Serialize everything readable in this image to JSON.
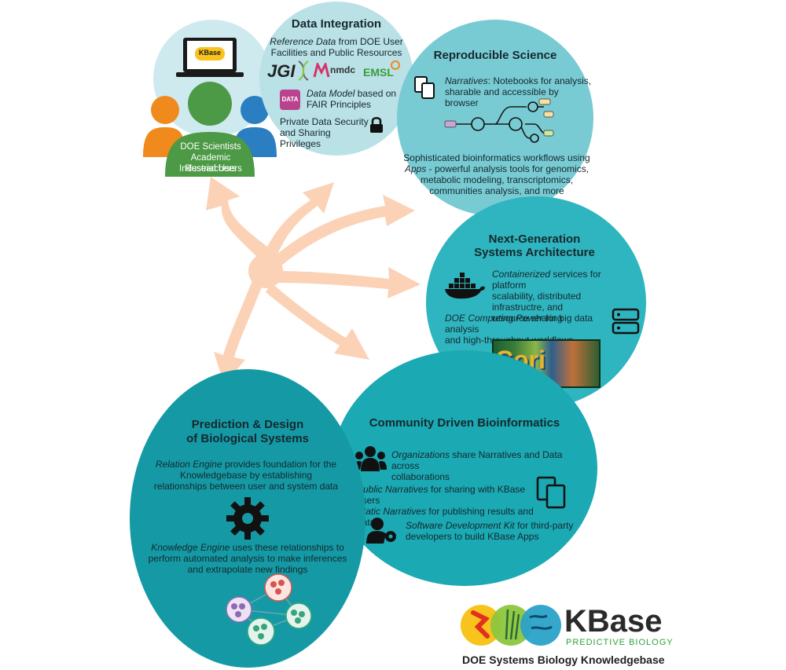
{
  "users": {
    "laptop_logo": "KBase",
    "lines": [
      "DOE Scientists",
      "Academic Researchers",
      "Industrial Users"
    ]
  },
  "data_integration": {
    "title": "Data Integration",
    "ref_em": "Reference Data",
    "ref_rest": " from DOE User",
    "ref_line2": "Facilities and Public Resources",
    "logo_jgi": "JGI",
    "logo_nmdc": "nmdc",
    "logo_emsl": "EMSL",
    "data_badge": "DATA",
    "model_em": "Data Model",
    "model_rest": " based on",
    "model_line2": "FAIR Principles",
    "security_line1": "Private Data Security",
    "security_line2": "and Sharing Privileges"
  },
  "reproducible": {
    "title": "Reproducible Science",
    "narr_em": "Narratives",
    "narr_rest": ": Notebooks for analysis,",
    "narr_line2": "sharable and accessible by browser",
    "wf_line1": "Sophisticated bioinformatics workflows using",
    "wf_em": "Apps",
    "wf_rest": " - powerful analysis tools for genomics,",
    "wf_line3": "metabolic modeling, transcriptomics,",
    "wf_line4": "communities analysis, and more"
  },
  "nextgen": {
    "title_line1": "Next-Generation",
    "title_line2": "Systems Architecture",
    "cont_em": "Containerized",
    "cont_rest": " services for platform",
    "cont_line2": "scalability, distributed infrastructre, and",
    "cont_line3": "resource sharing",
    "comp_em": "DOE Computing Power",
    "comp_rest": " for big data analysis",
    "comp_line2": "and high-throughput workflows",
    "cori": "Cori"
  },
  "community": {
    "title": "Community Driven Bioinformatics",
    "org_em": "Organizations",
    "org_rest": " share Narratives and Data across",
    "org_line2": "collaborations",
    "pub_em": "Public Narratives",
    "pub_rest": "  for sharing with KBase users",
    "stat_em": "Static Narratives",
    "stat_rest": " for publishing results and data",
    "sdk_em": "Software Development Kit",
    "sdk_rest": " for third-party",
    "sdk_line2": "developers to build KBase Apps"
  },
  "prediction": {
    "title_line1": "Prediction & Design",
    "title_line2": "of Biological Systems",
    "rel_em": "Relation Engine",
    "rel_rest": " provides foundation for the",
    "rel_line2": "Knowledgebase by establishing",
    "rel_line3": "relationships between user and system data",
    "know_em": "Knowledge Engine",
    "know_rest": " uses these relationships to",
    "know_line2": "perform automated analysis to make inferences",
    "know_line3": "and extrapolate new findings"
  },
  "brand": {
    "name": "KBase",
    "tagline": "PREDICTIVE BIOLOGY",
    "subtitle": "DOE Systems Biology Knowledgebase"
  },
  "colors": {
    "arrow": "#fbd2b6",
    "light_circle": "#b9e1e6",
    "mid_circle": "#79cbd3",
    "dark_circle": "#2fb5bf",
    "deep_circle": "#159aa5",
    "green": "#4c9a45",
    "orange": "#f08a1d",
    "blue": "#2a7ec1"
  }
}
